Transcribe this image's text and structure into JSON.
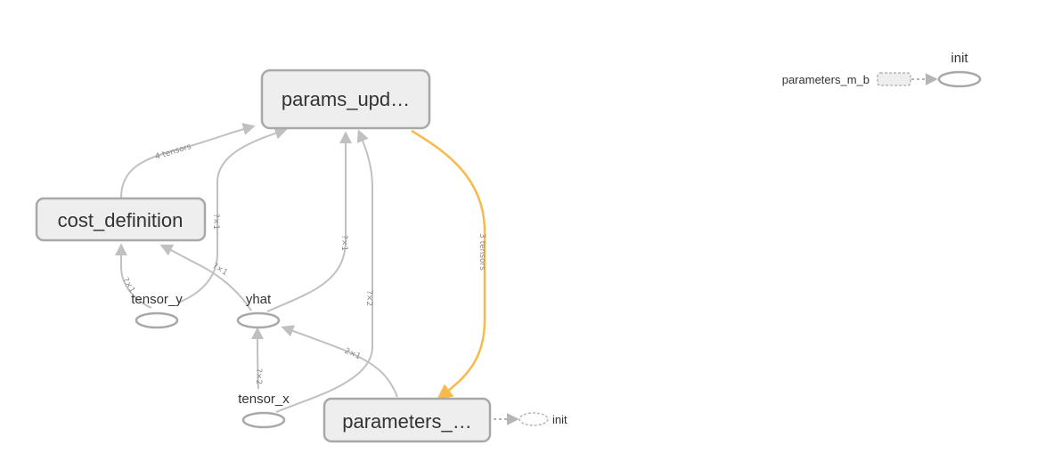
{
  "nodes": {
    "params_update": "params_upd…",
    "cost_definition": "cost_definition",
    "parameters": "parameters_…",
    "tensor_y": "tensor_y",
    "yhat": "yhat",
    "tensor_x": "tensor_x",
    "init_aux": "init",
    "parameters_m_b": "parameters_m_b",
    "init_aux2": "init"
  },
  "edges": {
    "cost_to_params": "4 tensors",
    "tensor_y_to_params": "?×1",
    "yhat_to_params": "?×1",
    "tensor_x_to_params": "?×2",
    "params_to_parameters": "3 tensors",
    "tensor_y_to_cost": "?×1",
    "yhat_to_cost": "?×1",
    "tensor_x_to_yhat": "?×2",
    "parameters_to_yhat": "2×1"
  },
  "colors": {
    "node_fill": "#eeeeee",
    "node_stroke": "#a8a8a8",
    "edge": "#c0c0c0",
    "highlight_edge": "#f9b94b"
  }
}
